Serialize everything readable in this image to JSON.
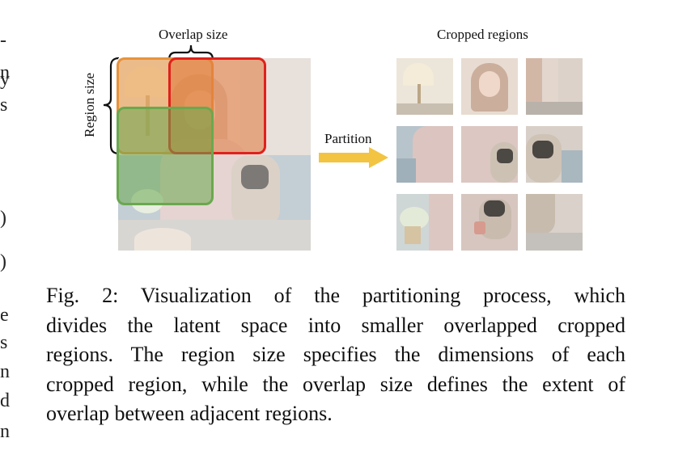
{
  "left_column_fragments": [
    "-",
    "n",
    "y",
    "s",
    ")",
    ")",
    "e",
    "s",
    "n",
    "d",
    "n"
  ],
  "figure": {
    "overlap_label": "Overlap size",
    "region_label": "Region size",
    "partition_label": "Partition",
    "cropped_label": "Cropped regions",
    "colors": {
      "orange_region": "#e8923a",
      "red_region": "#e0201a",
      "green_region": "#6aa84f",
      "arrow": "#f3c441"
    }
  },
  "caption": {
    "lines": [
      "Fig. 2: Visualization of the partitioning process, which",
      "divides the latent space into smaller overlapped cropped",
      "regions. The region size specifies the dimensions of each",
      "cropped region, while the overlap size defines the extent of",
      "overlap between adjacent regions."
    ]
  }
}
